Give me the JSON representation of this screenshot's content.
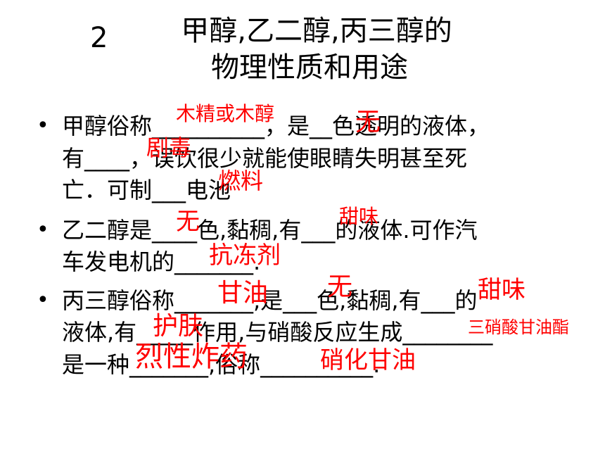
{
  "title": {
    "number": "2",
    "line1": "甲醇,乙二醇,丙三醇的",
    "line2": "物理性质和用途"
  },
  "bullet_symbol": "•",
  "paragraphs": [
    {
      "lines": [
        "甲醇俗称__________，是__色透明的液体，",
        "有____，误饮很少就能使眼睛失明甚至死",
        "亡．可制___电池"
      ]
    },
    {
      "lines": [
        "乙二醇是____色,黏稠,有___的液体.可作汽",
        "车发电机的_______."
      ]
    },
    {
      "lines": [
        "丙三醇俗称_______,是___色,黏稠,有___的",
        "液体,有_____作用,与硝酸反应生成________",
        "是一种_______,俗称__________."
      ]
    }
  ],
  "answers": {
    "a1": "木精或木醇",
    "a2": "无",
    "a3": "剧毒",
    "a4": "燃料",
    "a5": "无",
    "a6": "甜味",
    "a7": "抗冻剂",
    "a8": "甘油",
    "a9": "无",
    "a10": "甜味",
    "a11": "护肤",
    "a12": "三硝酸甘油酯",
    "a13": "烈性炸药",
    "a14": "硝化甘油"
  },
  "colors": {
    "text": "#000000",
    "answer": "#ff0000",
    "background": "#ffffff"
  }
}
